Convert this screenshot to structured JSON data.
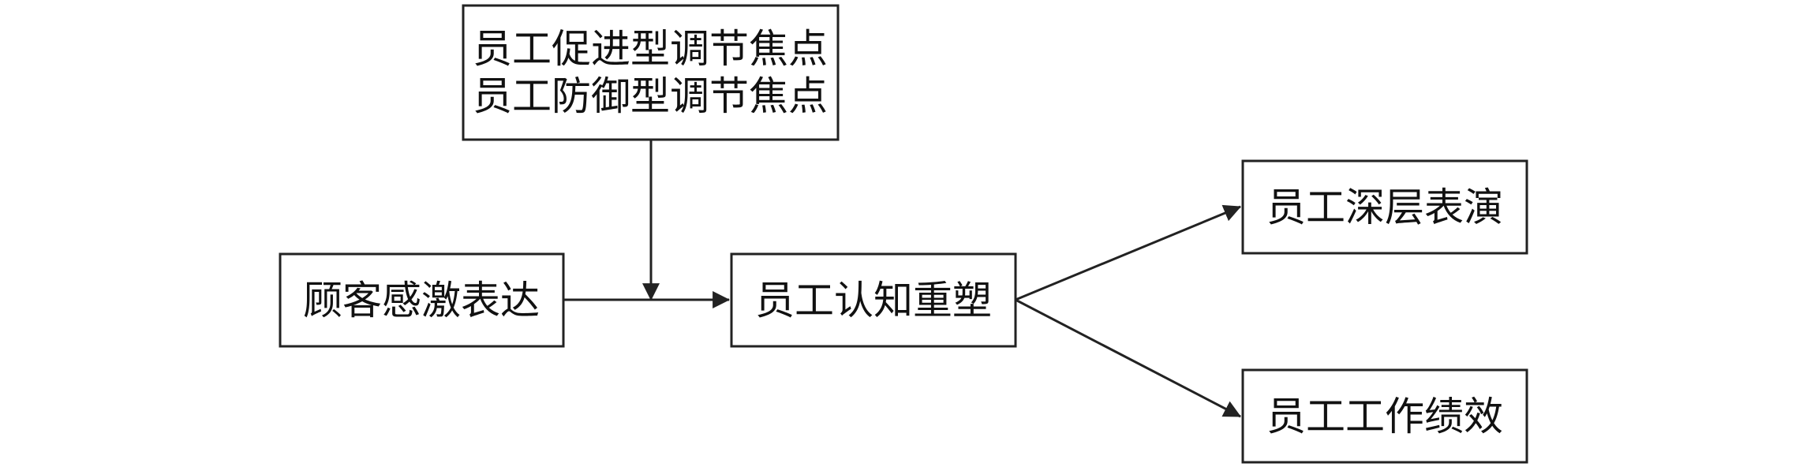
{
  "nodes": {
    "moderator": {
      "line1": "员工促进型调节焦点",
      "line2": "员工防御型调节焦点"
    },
    "gratitude": {
      "label": "顾客感激表达"
    },
    "reshaping": {
      "label": "员工认知重塑"
    },
    "deep_acting": {
      "label": "员工深层表演"
    },
    "performance": {
      "label": "员工工作绩效"
    }
  },
  "colors": {
    "stroke": "#222222",
    "text": "#111111",
    "background": "#ffffff"
  }
}
